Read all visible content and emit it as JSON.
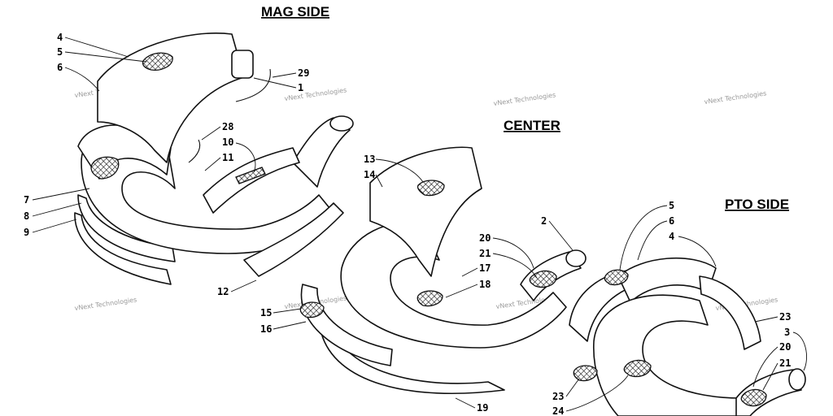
{
  "titles": {
    "mag": "MAG SIDE",
    "center": "CENTER",
    "pto": "PTO SIDE"
  },
  "watermark": "vNext Technologies",
  "callouts": {
    "mag": [
      "4",
      "5",
      "6",
      "7",
      "8",
      "9",
      "29",
      "1",
      "28",
      "10",
      "11",
      "12"
    ],
    "center": [
      "13",
      "14",
      "2",
      "20",
      "21",
      "17",
      "18",
      "15",
      "16",
      "19"
    ],
    "pto": [
      "5",
      "6",
      "4",
      "23",
      "3",
      "20",
      "21",
      "23",
      "24"
    ]
  }
}
